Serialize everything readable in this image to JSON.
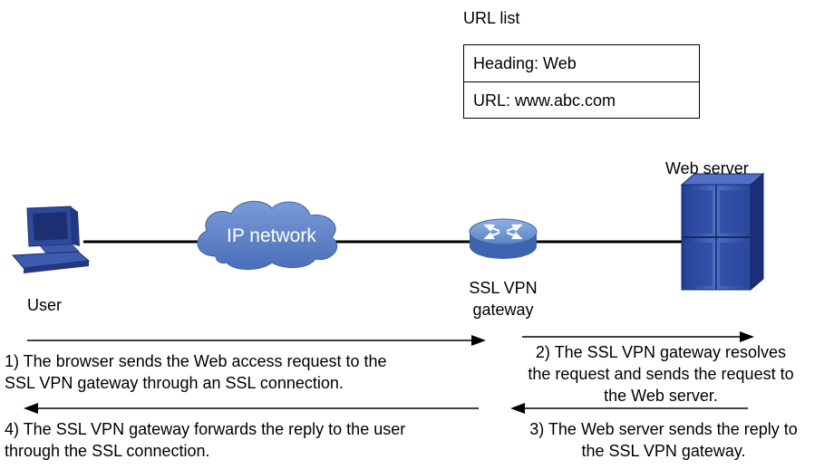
{
  "url_list": {
    "title": "URL list",
    "rows": [
      "Heading: Web",
      "URL: www.abc.com"
    ]
  },
  "nodes": {
    "user": "User",
    "network": "IP network",
    "gateway_line1": "SSL VPN",
    "gateway_line2": "gateway",
    "server": "Web server"
  },
  "steps": {
    "step1": [
      "1) The browser sends the Web access request to the",
      "SSL VPN gateway through an SSL connection."
    ],
    "step2": [
      "2) The SSL VPN gateway resolves",
      "the request and sends the request to",
      "the Web server."
    ],
    "step3": [
      "3) The Web server sends the reply to",
      "the SSL VPN gateway."
    ],
    "step4": [
      "4) The SSL VPN gateway forwards the reply to the user",
      "through the SSL connection."
    ]
  },
  "colors": {
    "device_blue": "#2f4d9e",
    "cloud_blue": "#5a7fc8",
    "router_blue": "#5f86c7"
  }
}
